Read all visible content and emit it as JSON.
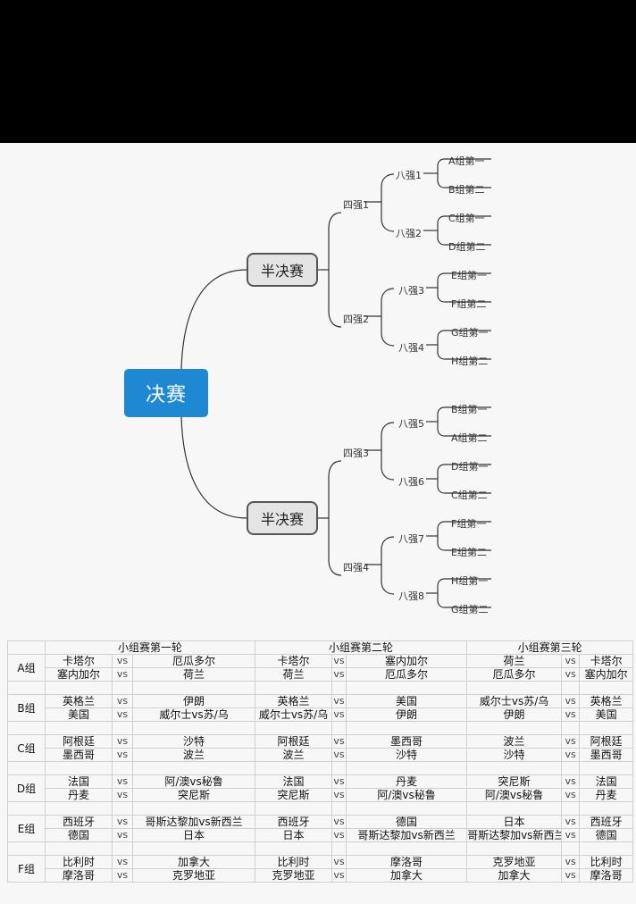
{
  "bracket": {
    "final_label": "决赛",
    "semi_label": "半决赛",
    "quarters": [
      "四强1",
      "四强2",
      "四强3",
      "四强4"
    ],
    "rounds_of_16": [
      "八强1",
      "八强2",
      "八强3",
      "八强4",
      "八强5",
      "八强6",
      "八强7",
      "八强8"
    ],
    "teams": [
      "A组第一",
      "B组第二",
      "C组第一",
      "D组第二",
      "E组第一",
      "F组第二",
      "G组第一",
      "H组第二",
      "B组第一",
      "A组第二",
      "D组第一",
      "C组第二",
      "F组第一",
      "E组第二",
      "H组第一",
      "G组第二"
    ]
  },
  "schedule": {
    "rounds": [
      "小组赛第一轮",
      "小组赛第二轮",
      "小组赛第三轮"
    ],
    "vs": "vs",
    "groups": [
      {
        "name": "A组",
        "rows": [
          [
            "卡塔尔",
            "厄瓜多尔",
            "卡塔尔",
            "塞内加尔",
            "荷兰",
            "卡塔尔"
          ],
          [
            "塞内加尔",
            "荷兰",
            "荷兰",
            "厄瓜多尔",
            "厄瓜多尔",
            "塞内加尔"
          ]
        ]
      },
      {
        "name": "B组",
        "rows": [
          [
            "英格兰",
            "伊朗",
            "英格兰",
            "美国",
            "威尔士vs苏/乌",
            "英格兰"
          ],
          [
            "美国",
            "威尔士vs苏/乌",
            "威尔士vs苏/乌",
            "伊朗",
            "伊朗",
            "美国"
          ]
        ]
      },
      {
        "name": "C组",
        "rows": [
          [
            "阿根廷",
            "沙特",
            "阿根廷",
            "墨西哥",
            "波兰",
            "阿根廷"
          ],
          [
            "墨西哥",
            "波兰",
            "波兰",
            "沙特",
            "沙特",
            "墨西哥"
          ]
        ]
      },
      {
        "name": "D组",
        "rows": [
          [
            "法国",
            "阿/澳vs秘鲁",
            "法国",
            "丹麦",
            "突尼斯",
            "法国"
          ],
          [
            "丹麦",
            "突尼斯",
            "突尼斯",
            "阿/澳vs秘鲁",
            "阿/澳vs秘鲁",
            "丹麦"
          ]
        ]
      },
      {
        "name": "E组",
        "rows": [
          [
            "西班牙",
            "哥斯达黎加vs新西兰",
            "西班牙",
            "德国",
            "日本",
            "西班牙"
          ],
          [
            "德国",
            "日本",
            "日本",
            "哥斯达黎加vs新西兰",
            "哥斯达黎加vs新西兰",
            "德国"
          ]
        ]
      },
      {
        "name": "F组",
        "rows": [
          [
            "比利时",
            "加拿大",
            "比利时",
            "摩洛哥",
            "克罗地亚",
            "比利时"
          ],
          [
            "摩洛哥",
            "克罗地亚",
            "克罗地亚",
            "加拿大",
            "加拿大",
            "摩洛哥"
          ]
        ]
      }
    ]
  }
}
